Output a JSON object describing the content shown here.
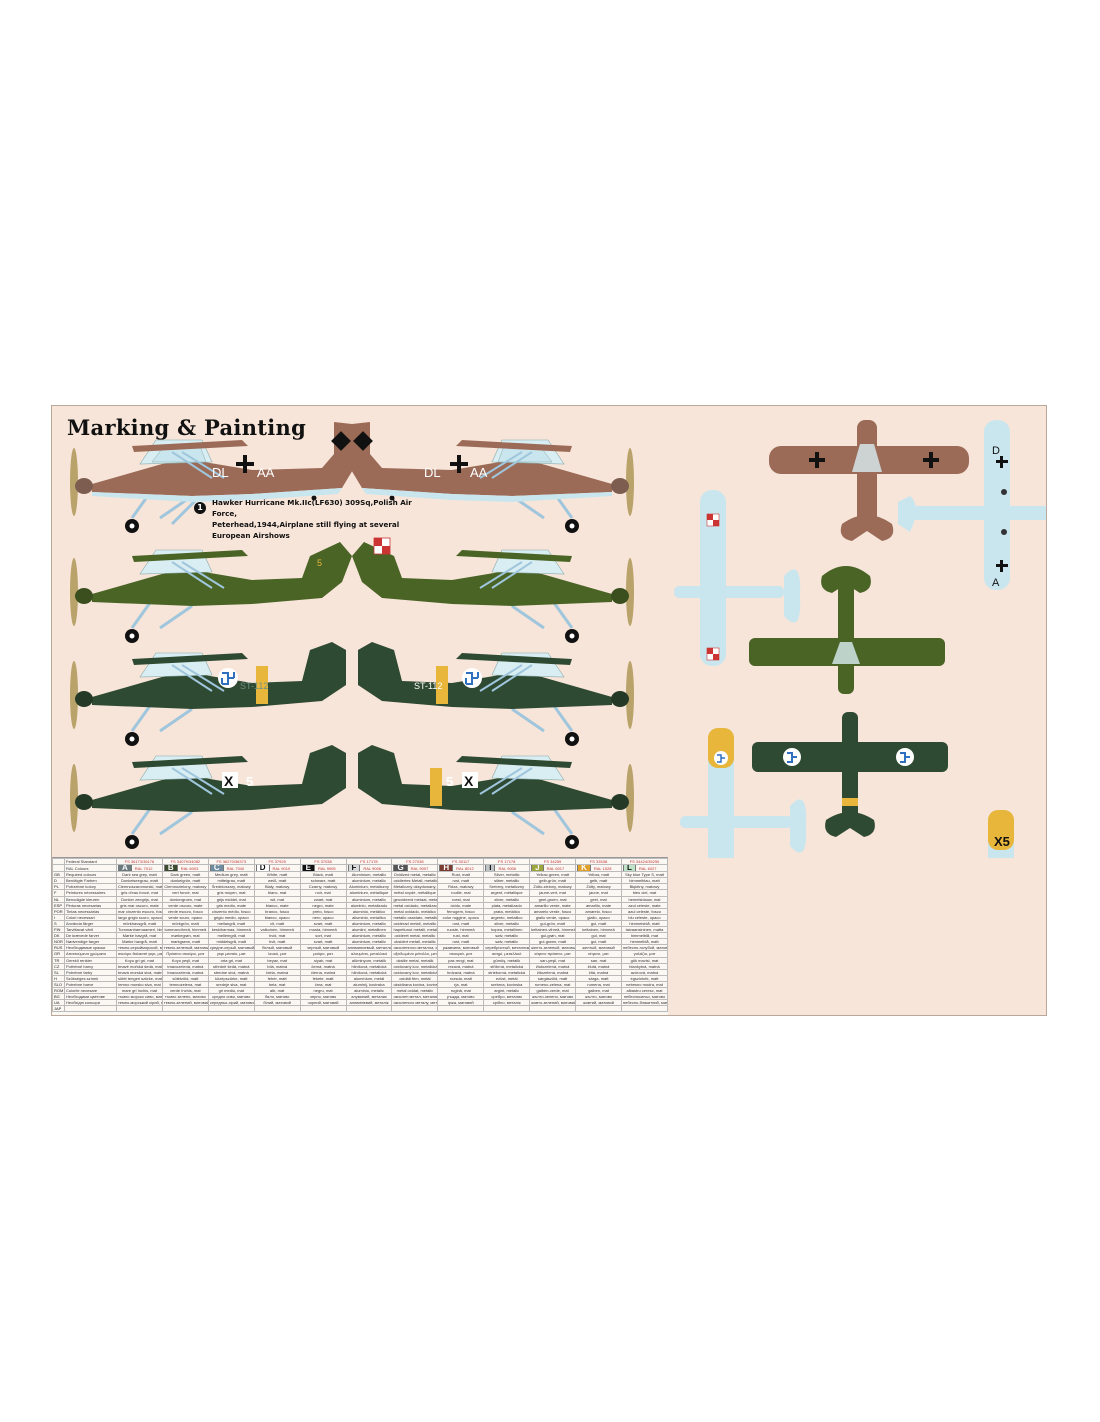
{
  "sheet": {
    "title": "Marking & Painting",
    "caption_number": "1",
    "caption_line1": "Hawker Hurricane Mk.IIc(LF630) 309Sq,Polish Air Force,",
    "caption_line2": "Peterhead,1944,Airplane still flying at several European Airshows"
  },
  "markings": {
    "german_left": "DL",
    "german_right": "AA",
    "polish_tail_num": "5",
    "finnish_code": "ST-112",
    "finnish_code_right": "ST-112",
    "x5_left": "X 5",
    "x5_right": "5 X",
    "topview_code_top": "D",
    "topview_code_bottom": "A",
    "x5_vertical": "X5"
  },
  "colors": {
    "sheet_bg": "#f7e5d9",
    "german_brown": "#9c6b58",
    "light_blue": "#c9e6ee",
    "olive_green": "#4a6426",
    "dark_green": "#2f4a32",
    "finnish_yellow": "#e8b63a"
  },
  "color_table": {
    "header_label": "Federal Standard",
    "header_label2": "RAL Colours",
    "columns": [
      {
        "letter": "A",
        "swatch": "#6b7a7d",
        "fs": "FS 36173/36176",
        "ral": "RAL 7012"
      },
      {
        "letter": "B",
        "swatch": "#3c4b2f",
        "fs": "FS 34079/34082",
        "ral": "RAL 6003"
      },
      {
        "letter": "C",
        "swatch": "#6e8ca0",
        "fs": "FS 36270/36373",
        "ral": "RAL 7040"
      },
      {
        "letter": "D",
        "swatch": "#ffffff",
        "fs": "FS 37925",
        "ral": "RAL 9010"
      },
      {
        "letter": "E",
        "swatch": "#111111",
        "fs": "FS 37038",
        "ral": "RAL 9005"
      },
      {
        "letter": "F",
        "swatch": "#d9dcdd",
        "fs": "FS 17178",
        "ral": "RAL 9006"
      },
      {
        "letter": "G",
        "swatch": "#555555",
        "fs": "FS 27038",
        "ral": "RAL 9007"
      },
      {
        "letter": "H",
        "swatch": "#7a3c2e",
        "fs": "FS 30117",
        "ral": "RAL 8012"
      },
      {
        "letter": "I",
        "swatch": "#c0c6c8",
        "fs": "FS 17178",
        "ral": "RAL 9006"
      },
      {
        "letter": "J",
        "swatch": "#9ca63b",
        "fs": "FS 34259",
        "ral": "RAL 6017"
      },
      {
        "letter": "K",
        "swatch": "#e0a02a",
        "fs": "FS 33538",
        "ral": "RAL 1028"
      },
      {
        "letter": "L",
        "swatch": "#bfe3c8",
        "fs": "FS 34424/35250",
        "ral": "RAL 6027"
      }
    ],
    "rows": [
      {
        "lang": "GB",
        "name": "Required colours",
        "cells": [
          "Dark sea grey, matt",
          "Dark green, matt",
          "Medium grey, matt",
          "White, matt",
          "Black, matt",
          "Aluminium, metallic",
          "Oxidized metal, metallic",
          "Rust, matt",
          "Silver, metallic",
          "Yellow-green, matt",
          "Yellow, matt",
          "Sky blue Type S, matt"
        ]
      },
      {
        "lang": "D",
        "name": "Benötigte Farben",
        "cells": [
          "Dunkelseegrau, matt",
          "dunkelgrün, matt",
          "mittelgrau, matt",
          "weiß, matt",
          "schwarz, matt",
          "aluminium, metallic",
          "oxidiertes Metall, metallic",
          "rost, matt",
          "silber, metallic",
          "gelb-grün, matt",
          "gelb, matt",
          "himmelblau, matt"
        ]
      },
      {
        "lang": "PL",
        "name": "Potrzebne kolory",
        "cells": [
          "Ciemnoszaromorski, matowy",
          "Ciemnozielony, matowy",
          "Średnioszary, matowy",
          "Biały, matowy",
          "Czarny, matowy",
          "Aluminium, metaliczny",
          "Metaliczny oksydowany, metaliczny",
          "Rdza, matowy",
          "Srebrny, metaliczny",
          "Żółto-zielony, matowy",
          "Żółty, matowy",
          "Błękitny, matowy"
        ]
      },
      {
        "lang": "F",
        "name": "Peintures nécessaires",
        "cells": [
          "gris d'eau foncé, mat",
          "vert foncé, mat",
          "gris moyen, mat",
          "blanc, mat",
          "noir, mat",
          "aluminium, métallique",
          "métal oxydé, métallique",
          "rouille, mat",
          "argent, métallique",
          "jaune-vert, mat",
          "jaune, mat",
          "bleu ciel, mat"
        ]
      },
      {
        "lang": "NL",
        "name": "Benodigde kleuren",
        "cells": [
          "Donker zeegrijs, mat",
          "donkergroen, mat",
          "grijs middel, mat",
          "wit, mat",
          "zwart, mat",
          "aluminium, metallic",
          "geoxideerd metaal, metallic",
          "roest, mat",
          "zilver, metallic",
          "geel-groen, mat",
          "geel, mat",
          "hemelsblauw, mat"
        ]
      },
      {
        "lang": "ESP",
        "name": "Pinturas necesarias",
        "cells": [
          "gris mar oscuro, mate",
          "verde oscuro, mate",
          "gris medio, mate",
          "blanco, mate",
          "negro, mate",
          "aluminio, metalizado",
          "metal oxidado, metalizado",
          "óxido, mate",
          "plata, metalizado",
          "amarillo verde, mate",
          "amarillo, mate",
          "azul celeste, mate"
        ]
      },
      {
        "lang": "POR",
        "name": "Tintas necessárias",
        "cells": [
          "mar cinzento escuro, fosco",
          "verde escuro, fosco",
          "cinzento médio, fosco",
          "branco, fosco",
          "preto, fosco",
          "alumínio, metálico",
          "metal oxidado, metálico",
          "ferrugem, fosco",
          "prata, metálico",
          "amarelo verde, fosco",
          "amarelo, fosco",
          "azul celeste, fosco"
        ]
      },
      {
        "lang": "I",
        "name": "Colori necessari",
        "cells": [
          "largo grigio scuro, opaco",
          "verde scuro, opaco",
          "grigio medio, opaco",
          "bianco, opaco",
          "nero, opaco",
          "alluminio, metallico",
          "metallo ossidato, metallico",
          "color ruggine, opaco",
          "argento, metallico",
          "giallo verde, opaco",
          "giallo, opaco",
          "blu celeste, opaco"
        ]
      },
      {
        "lang": "S",
        "name": "Använda färger",
        "cells": [
          "mörkhavsgrå, matt",
          "mörkgrön, matt",
          "mellangrå, matt",
          "vit, matt",
          "svart, matt",
          "aluminium, metallic",
          "oxiderad metall, metallic",
          "rost, matt",
          "silver, metallic",
          "gul-grön, matt",
          "gul, matt",
          "himmelsblå, matt"
        ]
      },
      {
        "lang": "FIN",
        "name": "Tarvittavat värit",
        "cells": [
          "Tummanharmaameri, himmeä",
          "tummanvihreä, himmeä",
          "keskiharmaa, himmeä",
          "valkoinen, himmeä",
          "musta, himmeä",
          "alumiini, metallinen",
          "hapettunut metalli, metallinen",
          "ruoste, himmeä",
          "hopea, metallinen",
          "keltainen-vihreä, himmeä",
          "keltainen, himmeä",
          "taivaansininen, mattа"
        ]
      },
      {
        "lang": "DK",
        "name": "De krævede farver",
        "cells": [
          "Mørke havgrå, mat",
          "mørkegrøn, mat",
          "mellemgrå, mat",
          "hvid, mat",
          "sort, mat",
          "aluminium, metallic",
          "oxideret metal, metallic",
          "rust, mat",
          "sølv, metallic",
          "gul-grøn, mat",
          "gul, mat",
          "himmelblå, mat"
        ]
      },
      {
        "lang": "NOR",
        "name": "Nødvendige farger",
        "cells": [
          "Mørke havgrå, matt",
          "markgrønn, matt",
          "middelsgrå, matt",
          "hvit, matt",
          "svart, matt",
          "aluminium, metallic",
          "oksidert metall, metallic",
          "rust, matt",
          "sølv, metallic",
          "gul-grønn, matt",
          "gul, matt",
          "himmelblå, matt"
        ]
      },
      {
        "lang": "RUS",
        "name": "Необходимые краски",
        "cells": [
          "темно-серыйморской, матовый",
          "темно-зеленый, матовый",
          "средне-серый, матовый",
          "белый, матовый",
          "черный, матовый",
          "алюминиевый, металлик",
          "окисленного металла, металлик",
          "ржавчина, матовый",
          "серебристый, металлик",
          "желто-зеленый, матовый",
          "желтый, матовый",
          "небесно-голубой, матовый"
        ]
      },
      {
        "lang": "GR",
        "name": "Απαιτούμενα χρώματα",
        "cells": [
          "σκούρο θαλασσί γκρι, ματ",
          "Πράσινο σκούρο, ματ",
          "γκρι μεσαίο, ματ",
          "λευκό, ματ",
          "μαύρο, ματ",
          "αλουμίνιο, μεταλλικό",
          "οξειδωμένο μέταλλο, μεταλλικό",
          "σκουριά, ματ",
          "ασημί, μεταλλικό",
          "κίτρινο πράσινο, ματ",
          "κίτρινο, ματ",
          "γαλάζιο, ματ"
        ]
      },
      {
        "lang": "TR",
        "name": "Gerekli renkler",
        "cells": [
          "Koyu gri gri, mat",
          "Koyu yeşil, mat",
          "orta gri, mat",
          "beyaz, mat",
          "siyah, mat",
          "alüminyum, metalik",
          "oksitle metal, metalik",
          "pas rengi, mat",
          "gümüş, metalik",
          "sarı-yeşil, mat",
          "sarı, mat",
          "gök mavisi, mat"
        ]
      },
      {
        "lang": "CZ",
        "name": "Potřebné barvy",
        "cells": [
          "tmavě mořská šedá, matná",
          "tmavozelená, matná",
          "středně šedá, matná",
          "bílá, matná",
          "černá, matná",
          "hliníková, metalická",
          "oxidovaný kov, metalická",
          "rezavá, matná",
          "stříbrná, metalická",
          "žlutozelená, matná",
          "žlutá, matná",
          "blankytná, matná"
        ]
      },
      {
        "lang": "SL",
        "name": "Potrebné farby",
        "cells": [
          "tmavá morská sivá, matná",
          "tmavozelená, matná",
          "stredne sivá, matná",
          "biela, matná",
          "čierna, matná",
          "hliníková, metalická",
          "oxidovaný kov, metalická",
          "hrdzavá, matná",
          "strieborná, metalická",
          "žltozelená, matná",
          "žltá, matná",
          "azúrová, matná"
        ]
      },
      {
        "lang": "H",
        "name": "Szükséges színek",
        "cells": [
          "sötét tengeri szürke, matt",
          "sötétzöld, matt",
          "középszürke, matt",
          "fehér, matt",
          "fekete, matt",
          "alumínium, metál",
          "oxidált fém, metál",
          "rozsda, matt",
          "ezüst, metál",
          "sárgászöld, matt",
          "sárga, matt",
          "égszínkék, matt"
        ]
      },
      {
        "lang": "SLO",
        "name": "Potrebne barve",
        "cells": [
          "temno morsko siva, mat",
          "temnozelena, mat",
          "srednje siva, mat",
          "bela, mat",
          "črna, mat",
          "aluminij, kovinska",
          "oksidirana kovina, kovinska",
          "rja, mat",
          "srebrna, kovinska",
          "rumeno-zelena, mat",
          "rumena, mat",
          "nebesno modra, mat"
        ]
      },
      {
        "lang": "ROM",
        "name": "Culorile necesare",
        "cells": [
          "mare gri închis, mat",
          "verde închis, mat",
          "gri mediu, mat",
          "alb, mat",
          "negru, mat",
          "aluminiu, metalic",
          "metal oxidat, metalic",
          "rugină, mat",
          "argint, metalic",
          "galben-verde, mat",
          "galben, mat",
          "albastru ceresc, mat"
        ]
      },
      {
        "lang": "BG",
        "name": "Необходими цветове",
        "cells": [
          "тъмно морско сиво, матово",
          "тъмно зелено, матово",
          "средно сиво, матово",
          "бяло, матово",
          "черно, матово",
          "алуминий, металик",
          "окислен метал, металик",
          "ръжда, матово",
          "сребро, металик",
          "жълто-зелено, матово",
          "жълто, матово",
          "небесносиньо, матово"
        ]
      },
      {
        "lang": "UA",
        "name": "Необхідні кольори",
        "cells": [
          "темно-морський сірий, матовий",
          "темно-зелений, матовий",
          "середньо-сірий, матовий",
          "білий, матовий",
          "чорний, матовий",
          "алюмінієвий, металік",
          "окисленого металу, металік",
          "іржа, матовий",
          "срібло, металік",
          "жовто-зелений, матовий",
          "жовтий, матовий",
          "небесно-блакитний, матовий"
        ]
      },
      {
        "lang": "JAP",
        "name": "",
        "cells": [
          "",
          "",
          "",
          "",
          "",
          "",
          "",
          "",
          "",
          "",
          "",
          ""
        ]
      }
    ]
  }
}
